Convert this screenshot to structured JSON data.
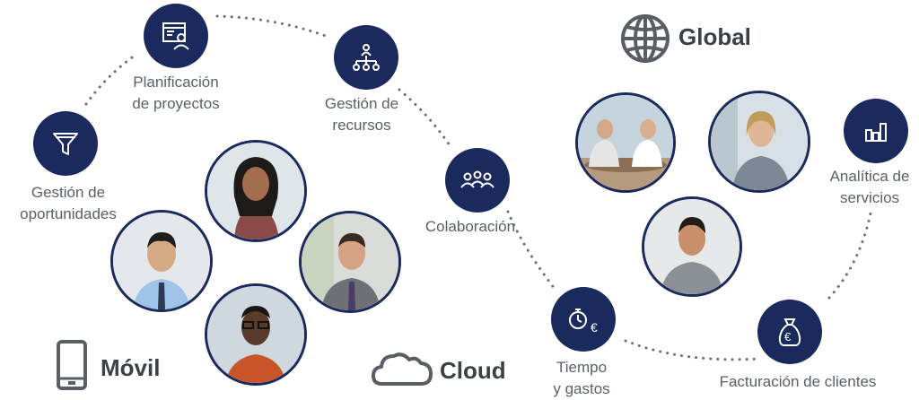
{
  "colors": {
    "node": "#1b2a5c",
    "dots": "#6b6f77",
    "text": "#5b5f68",
    "icon_gray": "#5a5d64"
  },
  "nodes": {
    "planificacion": {
      "line1": "Planificación",
      "line2": "de proyectos",
      "icon": "project-planning-icon"
    },
    "recursos": {
      "line1": "Gestión de",
      "line2": "recursos",
      "icon": "org-chart-icon"
    },
    "oportunidades": {
      "line1": "Gestión de",
      "line2": "oportunidades",
      "icon": "funnel-icon"
    },
    "colaboracion": {
      "line1": "Colaboración",
      "icon": "team-icon"
    },
    "tiempo": {
      "line1": "Tiempo",
      "line2": "y gastos",
      "icon": "stopwatch-euro-icon"
    },
    "facturacion": {
      "line1": "Facturación de clientes",
      "icon": "money-bag-euro-icon"
    },
    "analitica": {
      "line1": "Analítica de",
      "line2": "servicios",
      "icon": "bar-chart-icon"
    }
  },
  "platforms": {
    "movil": {
      "label": "Móvil",
      "icon": "mobile-phone-icon"
    },
    "cloud": {
      "label": "Cloud",
      "icon": "cloud-icon"
    },
    "global": {
      "label": "Global",
      "icon": "globe-icon"
    }
  }
}
